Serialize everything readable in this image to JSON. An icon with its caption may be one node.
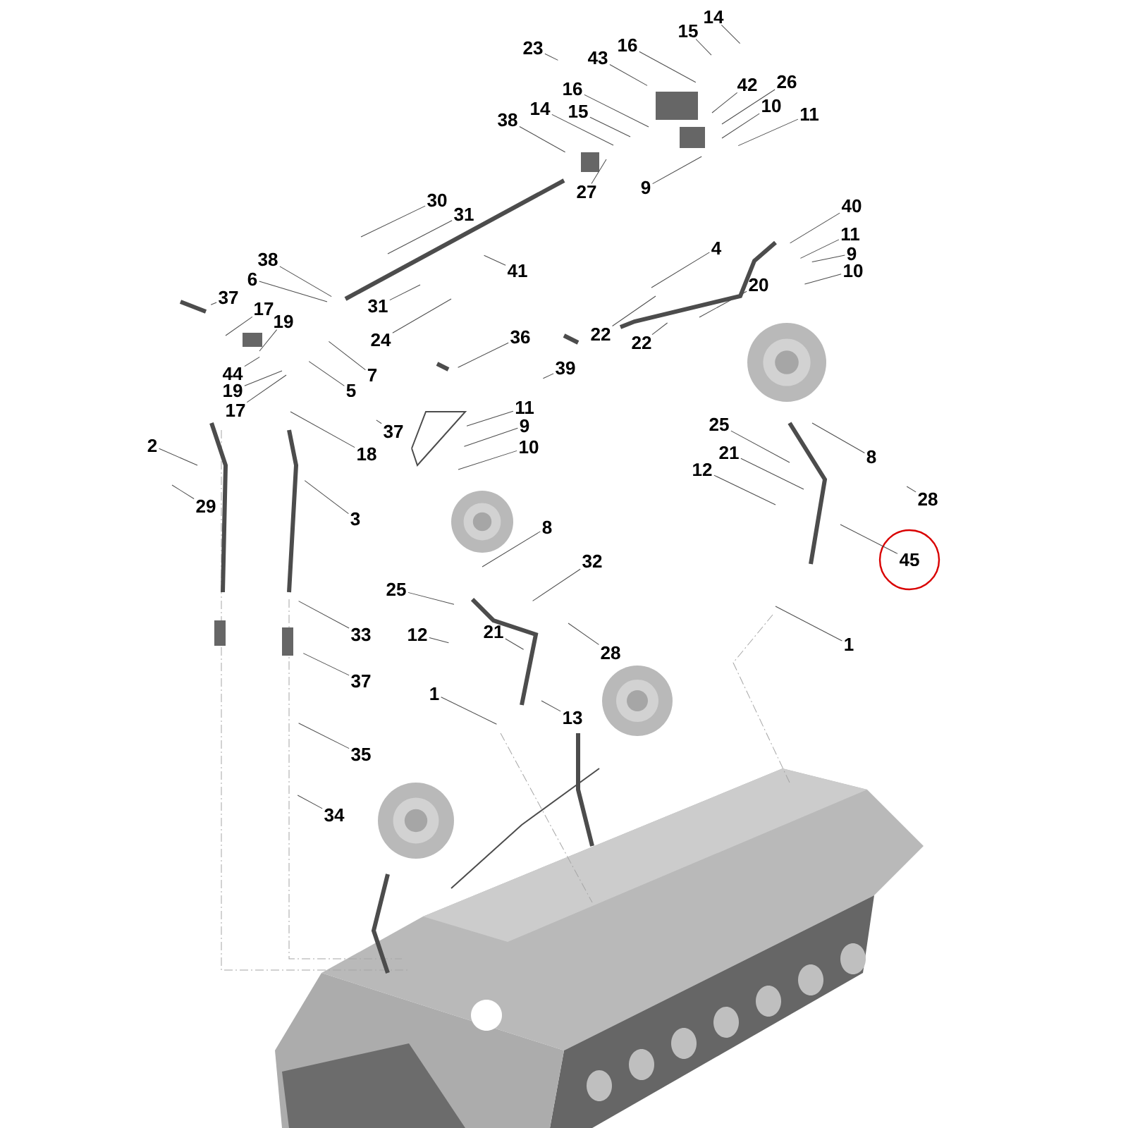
{
  "diagram": {
    "nodes": [
      {
        "text": [
          "14"
        ]
      },
      {
        "text": [
          "15"
        ]
      },
      {
        "text": [
          "16"
        ]
      },
      {
        "text": [
          "43"
        ]
      },
      {
        "text": [
          "23"
        ]
      },
      {
        "text": [
          "42"
        ]
      },
      {
        "text": [
          "26"
        ]
      },
      {
        "text": [
          "16"
        ]
      },
      {
        "text": [
          "14"
        ]
      },
      {
        "text": [
          "15"
        ]
      },
      {
        "text": [
          "10"
        ]
      },
      {
        "text": [
          "38"
        ]
      },
      {
        "text": [
          "11"
        ]
      },
      {
        "text": [
          "27"
        ]
      },
      {
        "text": [
          "9"
        ]
      },
      {
        "text": [
          "30"
        ]
      },
      {
        "text": [
          "31"
        ]
      },
      {
        "text": [
          "41"
        ]
      },
      {
        "text": [
          "40"
        ]
      },
      {
        "text": [
          "11"
        ]
      },
      {
        "text": [
          "4"
        ]
      },
      {
        "text": [
          "9"
        ]
      },
      {
        "text": [
          "10"
        ]
      },
      {
        "text": [
          "20"
        ]
      },
      {
        "text": [
          "38"
        ]
      },
      {
        "text": [
          "37"
        ]
      },
      {
        "text": [
          "6"
        ]
      },
      {
        "text": [
          "31"
        ]
      },
      {
        "text": [
          "17"
        ]
      },
      {
        "text": [
          "19"
        ]
      },
      {
        "text": [
          "22"
        ]
      },
      {
        "text": [
          "24"
        ]
      },
      {
        "text": [
          "22"
        ]
      },
      {
        "text": [
          "36"
        ]
      },
      {
        "text": [
          "44"
        ]
      },
      {
        "text": [
          "7"
        ]
      },
      {
        "text": [
          "5"
        ]
      },
      {
        "text": [
          "19"
        ]
      },
      {
        "text": [
          "17"
        ]
      },
      {
        "text": [
          "39"
        ]
      },
      {
        "text": [
          "11"
        ]
      },
      {
        "text": [
          "37"
        ]
      },
      {
        "text": [
          "9"
        ]
      },
      {
        "text": [
          "18"
        ]
      },
      {
        "text": [
          "10"
        ]
      },
      {
        "text": [
          "2"
        ]
      },
      {
        "text": [
          "25"
        ]
      },
      {
        "text": [
          "8"
        ]
      },
      {
        "text": [
          "21"
        ]
      },
      {
        "text": [
          "12"
        ]
      },
      {
        "text": [
          "28"
        ]
      },
      {
        "text": [
          "29"
        ]
      },
      {
        "text": [
          "3"
        ]
      },
      {
        "text": [
          "8"
        ]
      },
      {
        "text": [
          "45"
        ]
      },
      {
        "text": [
          "32"
        ]
      },
      {
        "text": [
          "25"
        ]
      },
      {
        "text": [
          "12"
        ]
      },
      {
        "text": [
          "21"
        ]
      },
      {
        "text": [
          "33"
        ]
      },
      {
        "text": [
          "1"
        ]
      },
      {
        "text": [
          "28"
        ]
      },
      {
        "text": [
          "37"
        ]
      },
      {
        "text": [
          "1"
        ]
      },
      {
        "text": [
          "13"
        ]
      },
      {
        "text": [
          "35"
        ]
      },
      {
        "text": [
          "34"
        ]
      }
    ],
    "edges": [
      {
        "from": 0,
        "to": null,
        "arrow": "none"
      },
      {
        "from": 1,
        "to": null,
        "arrow": "none"
      },
      {
        "from": 2,
        "to": null,
        "arrow": "none"
      },
      {
        "from": 3,
        "to": null,
        "arrow": "none"
      },
      {
        "from": 4,
        "to": null,
        "arrow": "none"
      },
      {
        "from": 5,
        "to": null,
        "arrow": "none"
      },
      {
        "from": 6,
        "to": null,
        "arrow": "none"
      },
      {
        "from": 7,
        "to": null,
        "arrow": "none"
      },
      {
        "from": 8,
        "to": null,
        "arrow": "none"
      },
      {
        "from": 9,
        "to": null,
        "arrow": "none"
      },
      {
        "from": 10,
        "to": null,
        "arrow": "none"
      },
      {
        "from": 11,
        "to": null,
        "arrow": "none"
      },
      {
        "from": 12,
        "to": null,
        "arrow": "none"
      },
      {
        "from": 13,
        "to": null,
        "arrow": "none"
      },
      {
        "from": 14,
        "to": null,
        "arrow": "none"
      },
      {
        "from": 15,
        "to": null,
        "arrow": "none"
      },
      {
        "from": 16,
        "to": null,
        "arrow": "none"
      },
      {
        "from": 17,
        "to": null,
        "arrow": "none"
      },
      {
        "from": 18,
        "to": null,
        "arrow": "none"
      },
      {
        "from": 19,
        "to": null,
        "arrow": "none"
      },
      {
        "from": 20,
        "to": null,
        "arrow": "none"
      },
      {
        "from": 21,
        "to": null,
        "arrow": "none"
      },
      {
        "from": 22,
        "to": null,
        "arrow": "none"
      },
      {
        "from": 23,
        "to": null,
        "arrow": "none"
      },
      {
        "from": 24,
        "to": null,
        "arrow": "none"
      },
      {
        "from": 25,
        "to": null,
        "arrow": "none"
      },
      {
        "from": 26,
        "to": null,
        "arrow": "none"
      },
      {
        "from": 27,
        "to": null,
        "arrow": "none"
      },
      {
        "from": 28,
        "to": null,
        "arrow": "none"
      },
      {
        "from": 29,
        "to": null,
        "arrow": "none"
      },
      {
        "from": 30,
        "to": null,
        "arrow": "none"
      },
      {
        "from": 31,
        "to": null,
        "arrow": "none"
      },
      {
        "from": 32,
        "to": null,
        "arrow": "none"
      },
      {
        "from": 33,
        "to": null,
        "arrow": "none"
      },
      {
        "from": 34,
        "to": null,
        "arrow": "none"
      },
      {
        "from": 35,
        "to": null,
        "arrow": "none"
      },
      {
        "from": 36,
        "to": null,
        "arrow": "none"
      },
      {
        "from": 37,
        "to": null,
        "arrow": "none"
      },
      {
        "from": 38,
        "to": null,
        "arrow": "none"
      },
      {
        "from": 39,
        "to": null,
        "arrow": "none"
      },
      {
        "from": 40,
        "to": null,
        "arrow": "none"
      },
      {
        "from": 41,
        "to": null,
        "arrow": "none"
      },
      {
        "from": 42,
        "to": null,
        "arrow": "none"
      },
      {
        "from": 43,
        "to": null,
        "arrow": "none"
      },
      {
        "from": 44,
        "to": null,
        "arrow": "none"
      },
      {
        "from": 45,
        "to": null,
        "arrow": "none"
      },
      {
        "from": 46,
        "to": null,
        "arrow": "none"
      },
      {
        "from": 47,
        "to": null,
        "arrow": "none"
      },
      {
        "from": 48,
        "to": null,
        "arrow": "none"
      },
      {
        "from": 49,
        "to": null,
        "arrow": "none"
      },
      {
        "from": 50,
        "to": null,
        "arrow": "none"
      },
      {
        "from": 51,
        "to": null,
        "arrow": "none"
      },
      {
        "from": 52,
        "to": null,
        "arrow": "none"
      },
      {
        "from": 53,
        "to": null,
        "arrow": "none"
      },
      {
        "from": 54,
        "to": null,
        "arrow": "none"
      },
      {
        "from": 55,
        "to": null,
        "arrow": "none"
      },
      {
        "from": 56,
        "to": null,
        "arrow": "none"
      },
      {
        "from": 57,
        "to": null,
        "arrow": "none"
      },
      {
        "from": 58,
        "to": null,
        "arrow": "none"
      },
      {
        "from": 59,
        "to": null,
        "arrow": "none"
      },
      {
        "from": 60,
        "to": null,
        "arrow": "none"
      },
      {
        "from": 61,
        "to": null,
        "arrow": "none"
      },
      {
        "from": 62,
        "to": null,
        "arrow": "none"
      },
      {
        "from": 63,
        "to": null,
        "arrow": "none"
      },
      {
        "from": 64,
        "to": null,
        "arrow": "none"
      },
      {
        "from": 65,
        "to": null,
        "arrow": "none"
      },
      {
        "from": 66,
        "to": null,
        "arrow": "none"
      }
    ]
  }
}
